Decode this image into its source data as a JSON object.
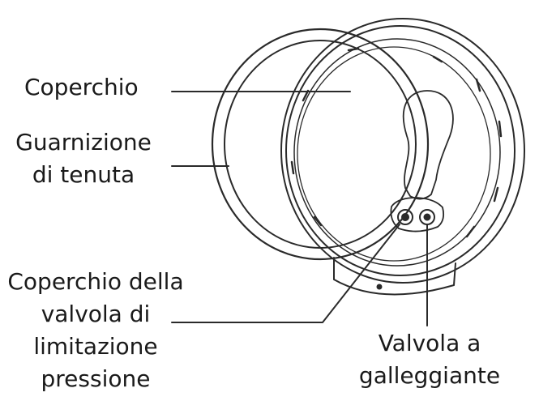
{
  "labels": {
    "coperchio": "Coperchio",
    "guarnizione": [
      "Guarnizione",
      "di tenuta"
    ],
    "valvola_limitazione": [
      "Coperchio della",
      "valvola di",
      "limitazione",
      "pressione"
    ],
    "valvola_galleggiante": [
      "Valvola a",
      "galleggiante"
    ]
  }
}
